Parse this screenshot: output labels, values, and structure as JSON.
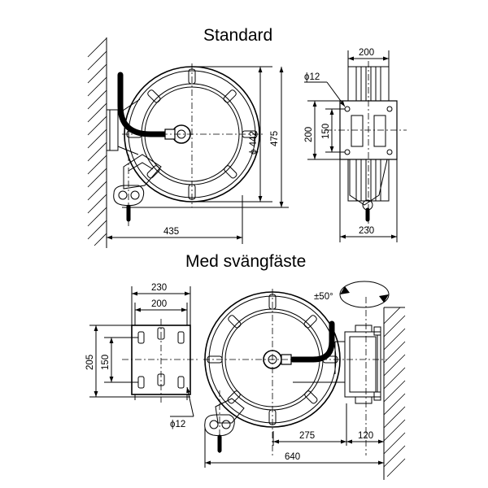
{
  "sections": {
    "standard": {
      "title": "Standard"
    },
    "swivel": {
      "title": "Med svängfäste"
    }
  },
  "dimensions": {
    "std_width_435": "435",
    "std_dia_442": "ϕ 442",
    "std_height_475": "475",
    "std_side_200_top": "200",
    "std_side_hole_12": "ϕ12",
    "std_side_200_left": "200",
    "std_side_150": "150",
    "std_side_230": "230",
    "sw_bracket_230": "230",
    "sw_bracket_200": "200",
    "sw_bracket_205": "205",
    "sw_bracket_150": "150",
    "sw_bracket_hole_12": "ϕ12",
    "sw_angle": "±50°",
    "sw_275": "275",
    "sw_120": "120",
    "sw_640": "640"
  }
}
